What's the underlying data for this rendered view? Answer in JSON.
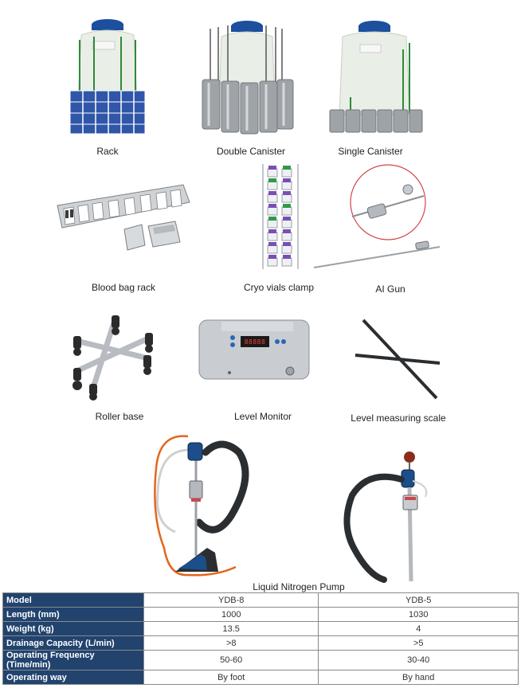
{
  "captions": {
    "rack": "Rack",
    "double_canister": "Double Canister",
    "single_canister": "Single Canister",
    "blood_bag_rack": "Blood bag rack",
    "cryo_vials_clamp": "Cryo vials clamp",
    "ai_gun": "AI Gun",
    "roller_base": "Roller base",
    "level_monitor": "Level Monitor",
    "level_scale": "Level measuring scale",
    "pump": "Liquid Nitrogen Pump"
  },
  "monitor_display": "88888",
  "table": {
    "rows": [
      {
        "label": "Model",
        "a": "YDB-8",
        "b": "YDB-5"
      },
      {
        "label": "Length (mm)",
        "a": "1000",
        "b": "1030"
      },
      {
        "label": "Weight (kg)",
        "a": "13.5",
        "b": "4"
      },
      {
        "label": "Drainage Capacity (L/min)",
        "a": ">8",
        "b": ">5"
      },
      {
        "label": "Operating Frequency (Time/min)",
        "a": "50-60",
        "b": "30-40"
      },
      {
        "label": "Operating way",
        "a": "By foot",
        "b": "By hand"
      }
    ]
  }
}
